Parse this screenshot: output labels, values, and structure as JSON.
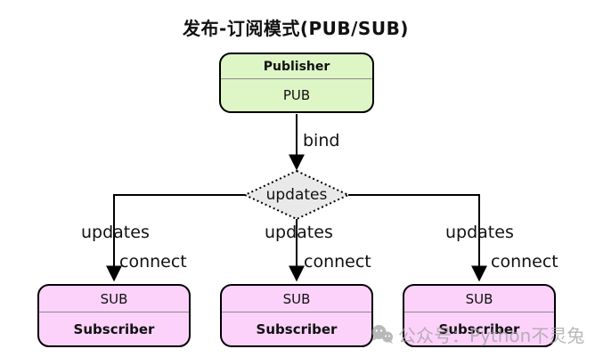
{
  "title": "发布-订阅模式(PUB/SUB)",
  "publisher": {
    "name": "Publisher",
    "socket": "PUB"
  },
  "hub": {
    "label": "updates"
  },
  "edge_labels": {
    "bind": "bind",
    "updates": "updates",
    "connect": "connect"
  },
  "subscribers": [
    {
      "socket": "SUB",
      "name": "Subscriber"
    },
    {
      "socket": "SUB",
      "name": "Subscriber"
    },
    {
      "socket": "SUB",
      "name": "Subscriber"
    }
  ],
  "watermark": {
    "icon": "wechat-icon",
    "text": "公众号：Python不灵兔"
  },
  "colors": {
    "publisher_fill": "#def5c6",
    "subscriber_fill": "#fcd2fb",
    "diamond_fill": "#e9e9e9",
    "line": "#000000",
    "watermark": "#9e9e9e"
  }
}
